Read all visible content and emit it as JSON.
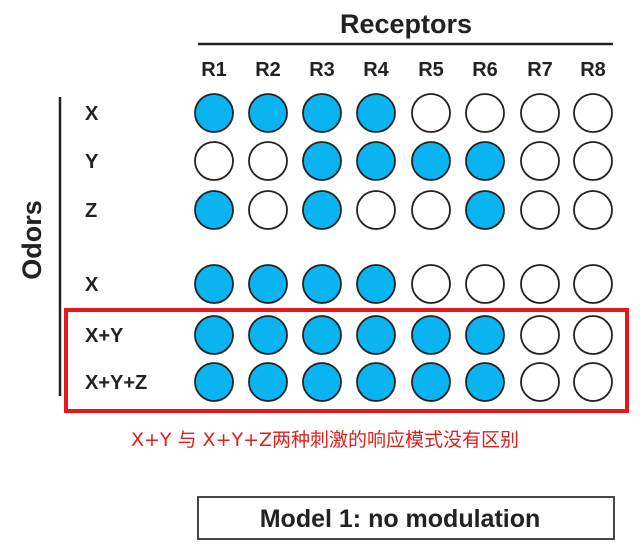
{
  "receptors_title": "Receptors",
  "odors_title": "Odors",
  "receptors": [
    "R1",
    "R2",
    "R3",
    "R4",
    "R5",
    "R6",
    "R7",
    "R8"
  ],
  "rows": [
    {
      "label": "X",
      "active": [
        1,
        1,
        1,
        1,
        0,
        0,
        0,
        0
      ]
    },
    {
      "label": "Y",
      "active": [
        0,
        0,
        1,
        1,
        1,
        1,
        0,
        0
      ]
    },
    {
      "label": "Z",
      "active": [
        1,
        0,
        1,
        0,
        0,
        1,
        0,
        0
      ]
    },
    {
      "label": "X",
      "active": [
        1,
        1,
        1,
        1,
        0,
        0,
        0,
        0
      ]
    },
    {
      "label": "X+Y",
      "active": [
        1,
        1,
        1,
        1,
        1,
        1,
        0,
        0
      ]
    },
    {
      "label": "X+Y+Z",
      "active": [
        1,
        1,
        1,
        1,
        1,
        1,
        0,
        0
      ]
    }
  ],
  "highlight_rows": [
    4,
    5
  ],
  "note": "X+Y 与 X+Y+Z两种刺激的响应模式没有区别",
  "model_label": "Model 1: no modulation",
  "colors": {
    "active_fill": "#0ab4f0",
    "inactive_fill": "#ffffff",
    "circle_stroke": "#222222",
    "highlight_box": "#e8151b",
    "note_text": "#e0201e"
  }
}
